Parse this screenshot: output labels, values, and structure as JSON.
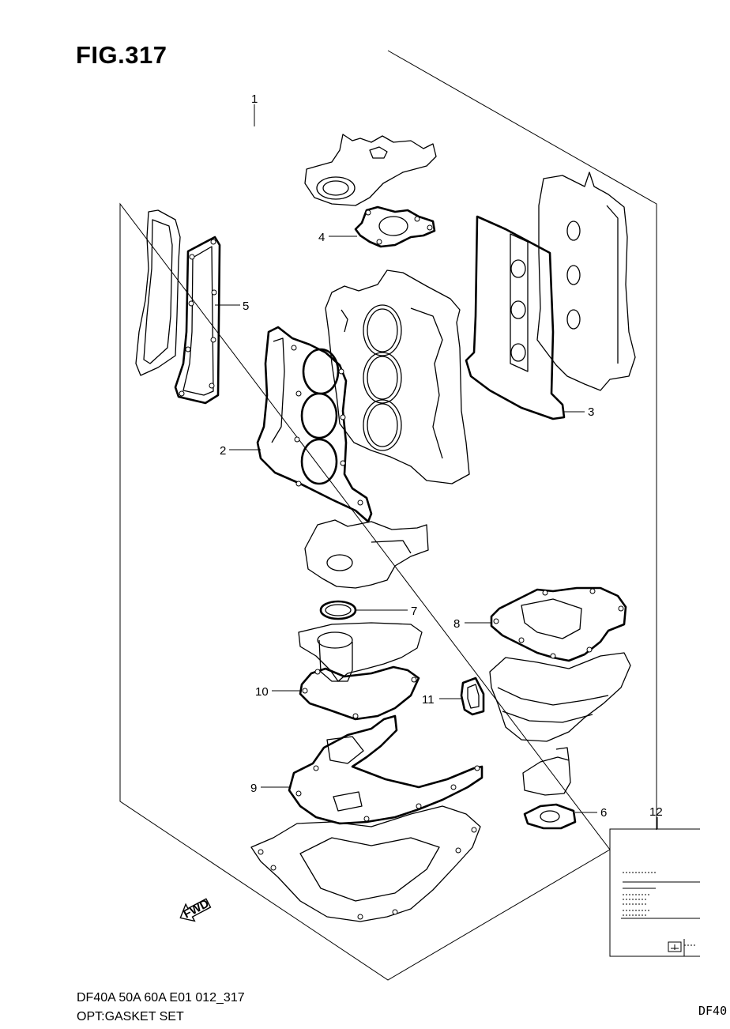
{
  "figure": {
    "title": "FIG.317"
  },
  "callouts": [
    {
      "id": "1",
      "label": "1"
    },
    {
      "id": "2",
      "label": "2"
    },
    {
      "id": "3",
      "label": "3"
    },
    {
      "id": "4",
      "label": "4"
    },
    {
      "id": "5",
      "label": "5"
    },
    {
      "id": "6",
      "label": "6"
    },
    {
      "id": "7",
      "label": "7"
    },
    {
      "id": "8",
      "label": "8"
    },
    {
      "id": "9",
      "label": "9"
    },
    {
      "id": "10",
      "label": "10"
    },
    {
      "id": "11",
      "label": "11"
    },
    {
      "id": "12",
      "label": "12"
    }
  ],
  "fwd_arrow": {
    "text": "FWD",
    "icon": "fwd-arrow-icon"
  },
  "caption": {
    "model": "DF40A 50A 60A E01 012_317",
    "section": "OPT:GASKET SET"
  },
  "corner_code": "DF40"
}
